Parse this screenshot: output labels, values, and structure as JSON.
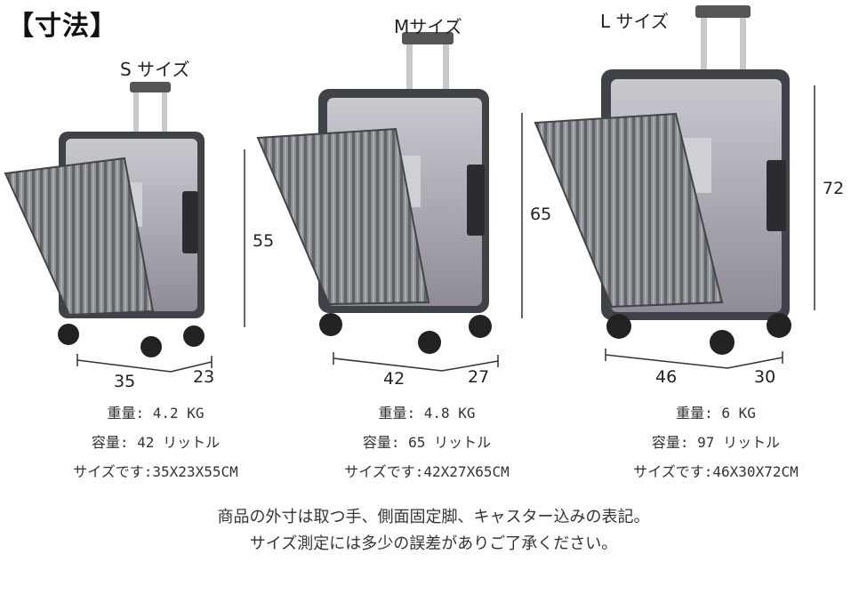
{
  "title": "【寸法】",
  "sizes": [
    {
      "label": "S サイズ",
      "height": "55",
      "width": "35",
      "depth": "23",
      "weight": "重量: 4.2 KG",
      "capacity": "容量: 42 リットル",
      "dims": "サイズです:35X23X55CM"
    },
    {
      "label": "Mサイズ",
      "height": "65",
      "width": "42",
      "depth": "27",
      "weight": "重量: 4.8 KG",
      "capacity": "容量: 65 リットル",
      "dims": "サイズです:42X27X65CM"
    },
    {
      "label": "L サイズ",
      "height": "72",
      "width": "46",
      "depth": "30",
      "weight": "重量: 6 KG",
      "capacity": "容量: 97 リットル",
      "dims": "サイズです:46X30X72CM"
    }
  ],
  "notes": [
    "商品の外寸は取つ手、側面固定脚、キャスター込みの表記。",
    "サイズ測定には多少の誤差がありご了承ください。"
  ]
}
